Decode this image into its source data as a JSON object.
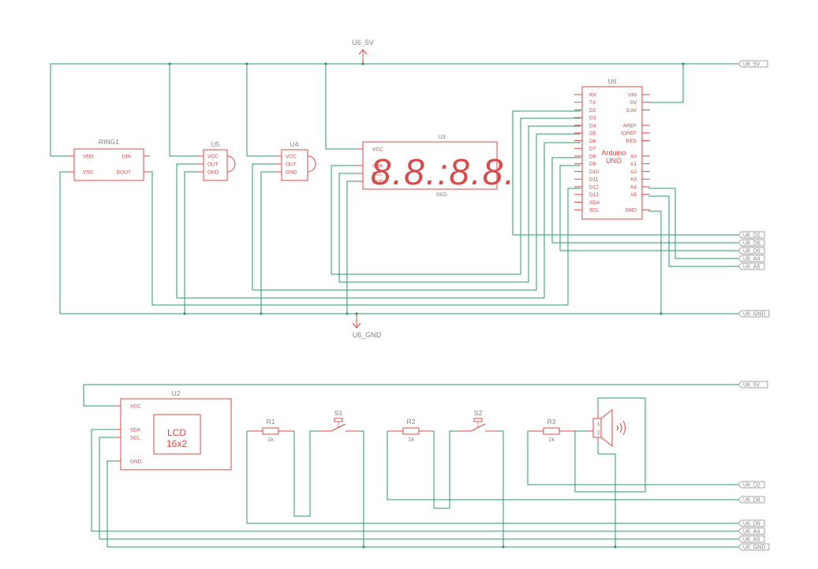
{
  "rails": {
    "vcc_label": "U6_5V",
    "gnd_label": "U6_GND"
  },
  "ports": {
    "p5v": "U6_5V",
    "pgnd": "U6_GND",
    "pd2": "U6_D2",
    "pd8": "U6_D8",
    "pd9": "U6_D9",
    "pa4": "U6_A4",
    "pa5": "U6_A5"
  },
  "ring": {
    "ref": "RING1",
    "left": [
      "VDD",
      "VSS"
    ],
    "right": [
      "DIN",
      "DOUT"
    ]
  },
  "u5": {
    "ref": "U5",
    "pins": [
      "VCC",
      "OUT",
      "GND"
    ]
  },
  "u4": {
    "ref": "U4",
    "pins": [
      "VCC",
      "OUT",
      "GND"
    ]
  },
  "u3": {
    "ref": "U3",
    "pins": [
      "VCC",
      "SDA",
      "SCL",
      "GND"
    ],
    "display": "8.8.:8.8.",
    "color_label": "RED"
  },
  "u6": {
    "ref": "U6",
    "left": [
      "RX",
      "TX",
      "D2",
      "D3",
      "D4",
      "D5",
      "D6",
      "D7",
      "D8",
      "D9",
      "D10",
      "D11",
      "D12",
      "D13",
      "SDA",
      "SCL"
    ],
    "right": [
      "VIN",
      "5V",
      "3.3V",
      "AREF",
      "IOREF",
      "RES",
      "A0",
      "A1",
      "A2",
      "A3",
      "A4",
      "A5",
      "GND"
    ],
    "name": "Arduino",
    "model": "UNO"
  },
  "u2": {
    "ref": "U2",
    "pins": [
      "VCC",
      "SDA",
      "SCL",
      "GND"
    ],
    "lcd1": "LCD",
    "lcd2": "16x2"
  },
  "r1": {
    "ref": "R1",
    "val": "1k"
  },
  "r2": {
    "ref": "R2",
    "val": "1k"
  },
  "r3": {
    "ref": "R3",
    "val": "1k"
  },
  "s1": {
    "ref": "S1"
  },
  "s2": {
    "ref": "S2"
  },
  "spk": {
    "p1": "1",
    "p2": "2"
  },
  "colors": {
    "wire": "#2a9a6a",
    "part": "#d94a4a",
    "label": "#808080"
  }
}
